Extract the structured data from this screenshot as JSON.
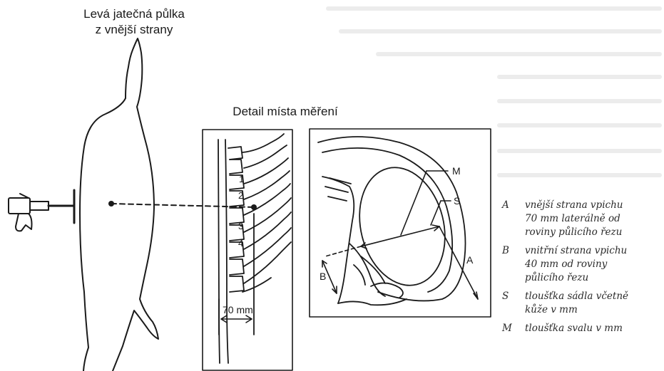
{
  "titles": {
    "carcass_line1": "Levá jatečná půlka",
    "carcass_line2": "z vnější strany",
    "detail": "Detail místa měření"
  },
  "spine_panel": {
    "vertebra_numbers": [
      "1",
      "2",
      "3",
      "4"
    ],
    "distance_label": "70 mm"
  },
  "section_panel": {
    "label_m": "M",
    "label_s": "S",
    "label_a": "A",
    "label_b": "B"
  },
  "legend": [
    {
      "key": "A",
      "lines": [
        "vnější strana vpichu",
        "70 mm laterálně od",
        "roviny půlicího řezu"
      ]
    },
    {
      "key": "B",
      "lines": [
        "vnitřní strana vpichu",
        "40 mm od roviny",
        "půlicího řezu"
      ]
    },
    {
      "key": "S",
      "lines": [
        "tloušťka sádla včetně",
        "kůže v mm"
      ]
    },
    {
      "key": "M",
      "lines": [
        "tloušťka svalu v mm"
      ]
    }
  ]
}
